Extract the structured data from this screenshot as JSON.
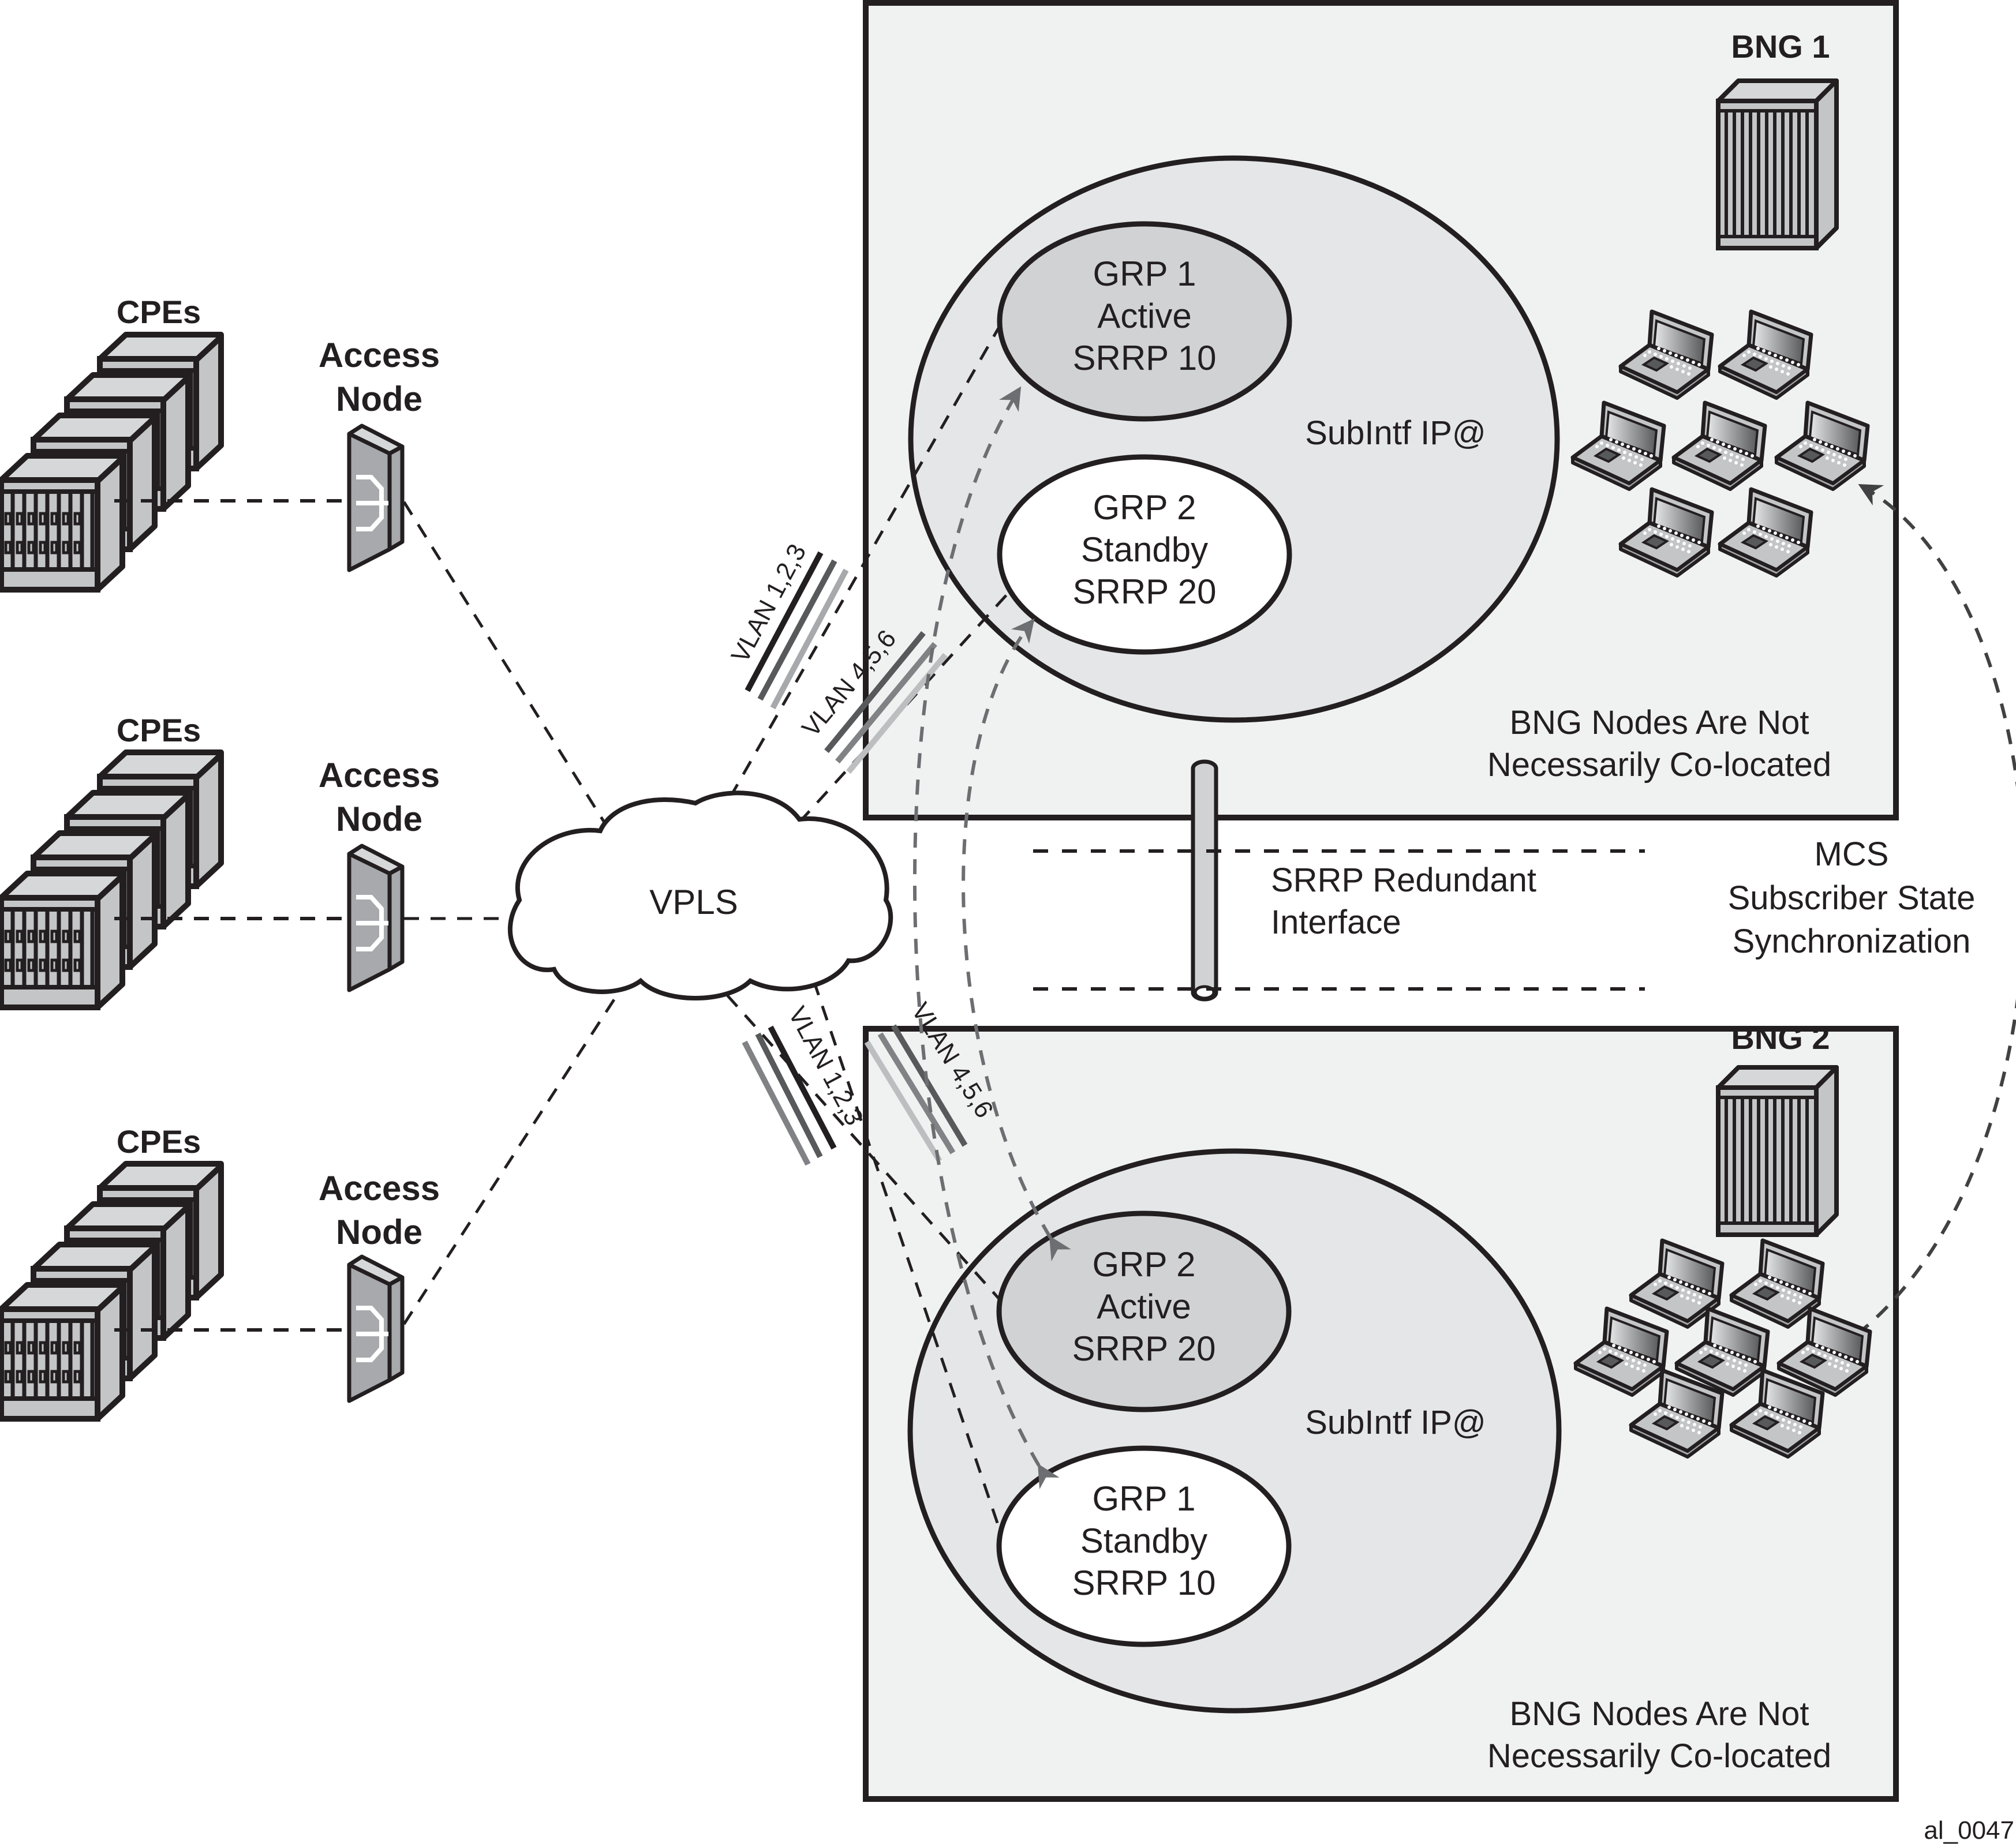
{
  "figure_id": "al_0047",
  "colors": {
    "ink": "#231f20",
    "box_fill": "#f0f2f1",
    "big_ellipse_fill": "#e5e6e8",
    "active_fill": "#d1d2d4",
    "standby_fill": "#ffffff",
    "device_light": "#d6d7d9",
    "device_mid": "#c4c5c7",
    "device_dark": "#a7a9ac",
    "vlan_dark": "#231f20",
    "vlan_mid": "#58595b",
    "vlan_gray": "#808285",
    "vlan_light": "#bcbec0",
    "arc_gray": "#6d6e71",
    "mcs_arc": "#414042"
  },
  "cpe_groups": [
    {
      "label": "CPEs",
      "access_node_label": [
        "Access",
        "Node"
      ]
    },
    {
      "label": "CPEs",
      "access_node_label": [
        "Access",
        "Node"
      ]
    },
    {
      "label": "CPEs",
      "access_node_label": [
        "Access",
        "Node"
      ]
    }
  ],
  "cloud": {
    "label": "VPLS"
  },
  "vlan_tags": {
    "bng1_a": "VLAN 1,2,3",
    "bng1_b": "VLAN 4,5,6",
    "bng2_a": "VLAN 1,2,3",
    "bng2_b": "VLAN 4,5,6"
  },
  "bng_nodes": [
    {
      "title": "BNG 1",
      "subintf_label": "SubIntf IP@",
      "groups": [
        {
          "lines": [
            "GRP 1",
            "Active",
            "SRRP 10"
          ],
          "state": "active"
        },
        {
          "lines": [
            "GRP 2",
            "Standby",
            "SRRP 20"
          ],
          "state": "standby"
        }
      ],
      "note": [
        "BNG Nodes Are Not",
        "Necessarily Co-located"
      ],
      "laptop_count": 7
    },
    {
      "title": "BNG 2",
      "subintf_label": "SubIntf IP@",
      "groups": [
        {
          "lines": [
            "GRP 2",
            "Active",
            "SRRP 20"
          ],
          "state": "active"
        },
        {
          "lines": [
            "GRP 1",
            "Standby",
            "SRRP 10"
          ],
          "state": "standby"
        }
      ],
      "note": [
        "BNG Nodes Are Not",
        "Necessarily Co-located"
      ],
      "laptop_count": 7
    }
  ],
  "redundant_interface": {
    "lines": [
      "SRRP Redundant",
      "Interface"
    ]
  },
  "mcs": {
    "lines": [
      "MCS",
      "Subscriber State",
      "Synchronization"
    ]
  }
}
